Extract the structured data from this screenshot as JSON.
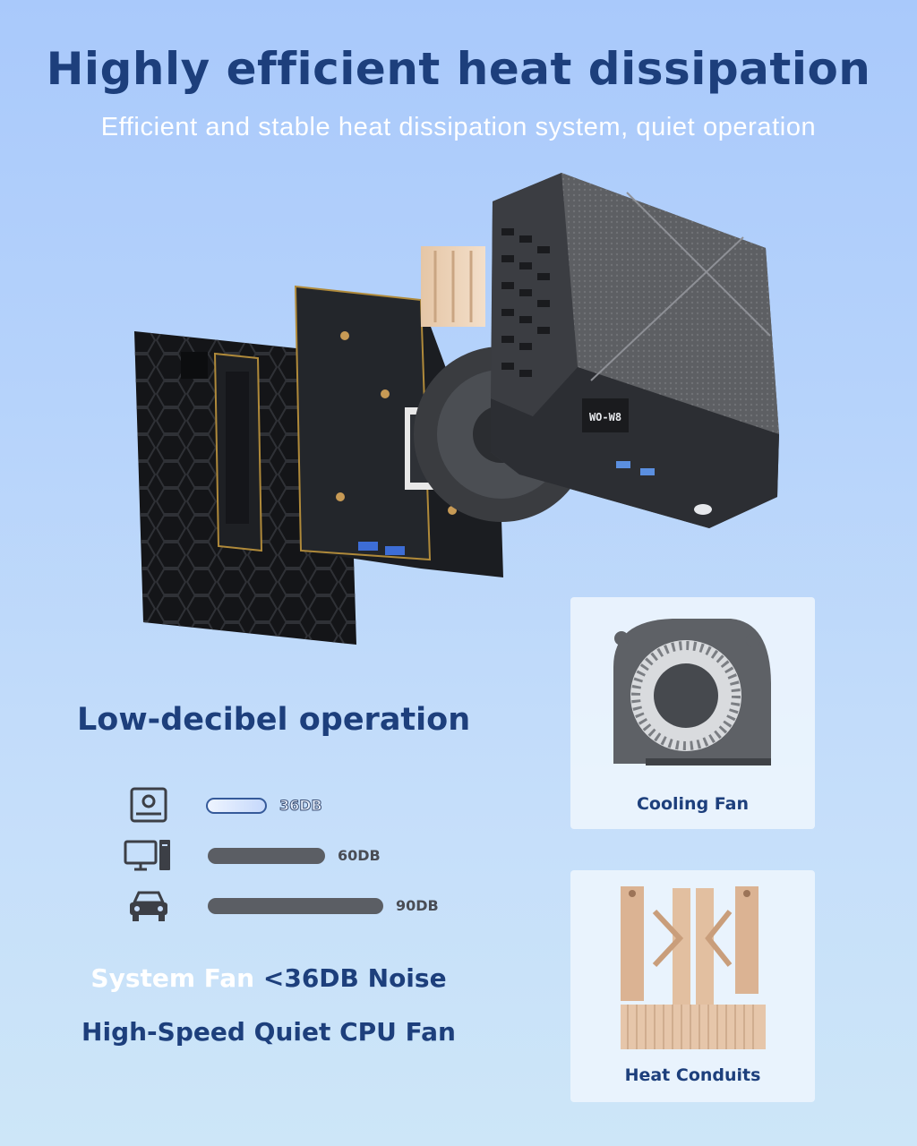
{
  "header": {
    "title": "Highly efficient heat dissipation",
    "subtitle": "Efficient and stable heat dissipation system, quiet operation"
  },
  "product": {
    "device_badge": "WO-W8"
  },
  "noise": {
    "heading": "Low-decibel operation",
    "rows": [
      {
        "icon": "mini-pc-icon",
        "label": "36DB",
        "value_db": 36
      },
      {
        "icon": "desktop-computer-icon",
        "label": "60DB",
        "value_db": 60
      },
      {
        "icon": "car-icon",
        "label": "90DB",
        "value_db": 90
      }
    ],
    "line1_part1": "System Fan ",
    "line1_part2": "<36DB Noise",
    "line2": "High-Speed Quiet CPU Fan"
  },
  "cards": {
    "fan_label": "Cooling Fan",
    "conduits_label": "Heat Conduits"
  },
  "colors": {
    "heading": "#1d3f7c",
    "bar": "#5b5e64",
    "background_top": "#a9c9fb",
    "background_bottom": "#cde6f8"
  }
}
